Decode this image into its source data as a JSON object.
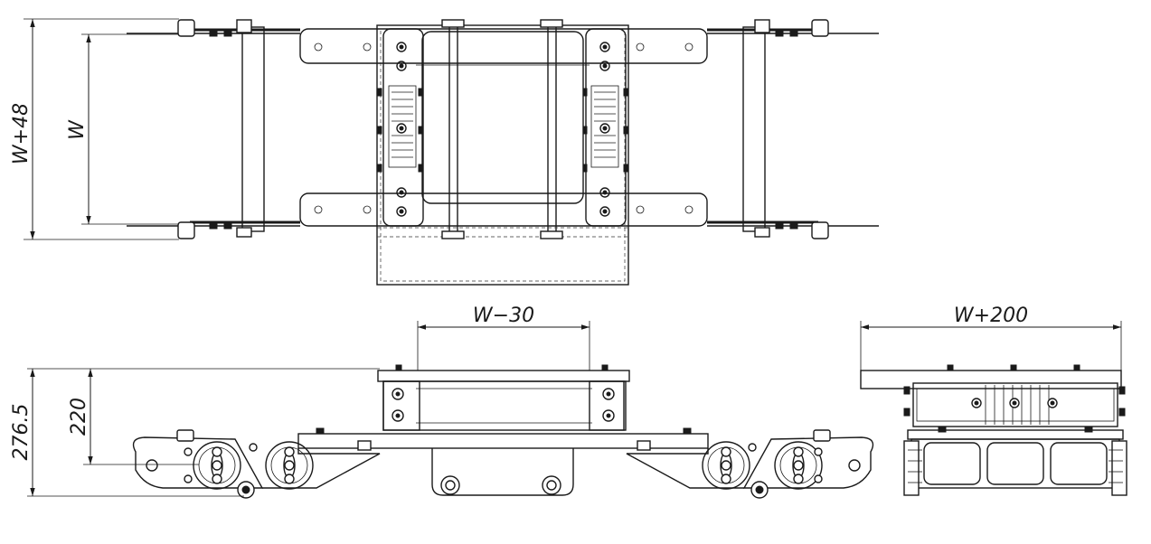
{
  "dimensions": {
    "w_plus_48": "W+48",
    "w": "W",
    "w_minus_30": "W−30",
    "w_plus_200": "W+200",
    "h_276_5": "276.5",
    "h_220": "220"
  }
}
